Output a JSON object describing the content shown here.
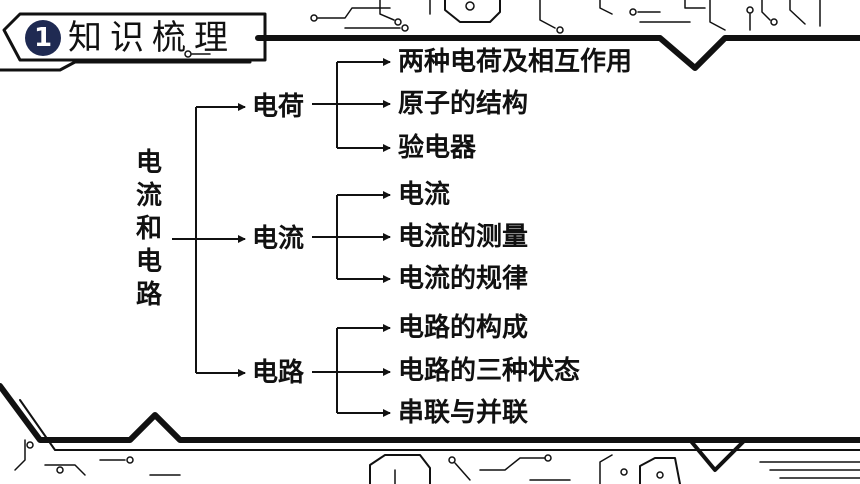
{
  "header": {
    "number": "1",
    "title": "知识梳理"
  },
  "mindmap": {
    "root": [
      "电",
      "流",
      "和",
      "电",
      "路"
    ],
    "branches": [
      {
        "label": "电荷",
        "items": [
          "两种电荷及相互作用",
          "原子的结构",
          "验电器"
        ]
      },
      {
        "label": "电流",
        "items": [
          "电流",
          "电流的测量",
          "电流的规律"
        ]
      },
      {
        "label": "电路",
        "items": [
          "电路的构成",
          "电路的三种状态",
          "串联与并联"
        ]
      }
    ]
  },
  "colors": {
    "badge": "#1f2a52",
    "line": "#111111"
  }
}
